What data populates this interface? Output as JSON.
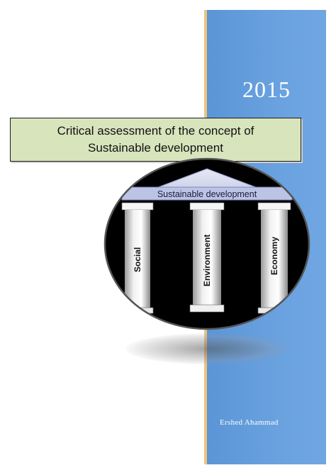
{
  "cover": {
    "year": "2015",
    "title_line1": "Critical assessment of the concept of",
    "title_line2": "Sustainable development",
    "author": "Ershed Ahammad"
  },
  "emblem": {
    "roof_label": "Sustainable development",
    "pillars": [
      "Social",
      "Environment",
      "Economy"
    ]
  },
  "colors": {
    "accent_blue": "#6aa2e0",
    "accent_orange": "#f1c27d",
    "title_fill": "#d8e4bc"
  }
}
